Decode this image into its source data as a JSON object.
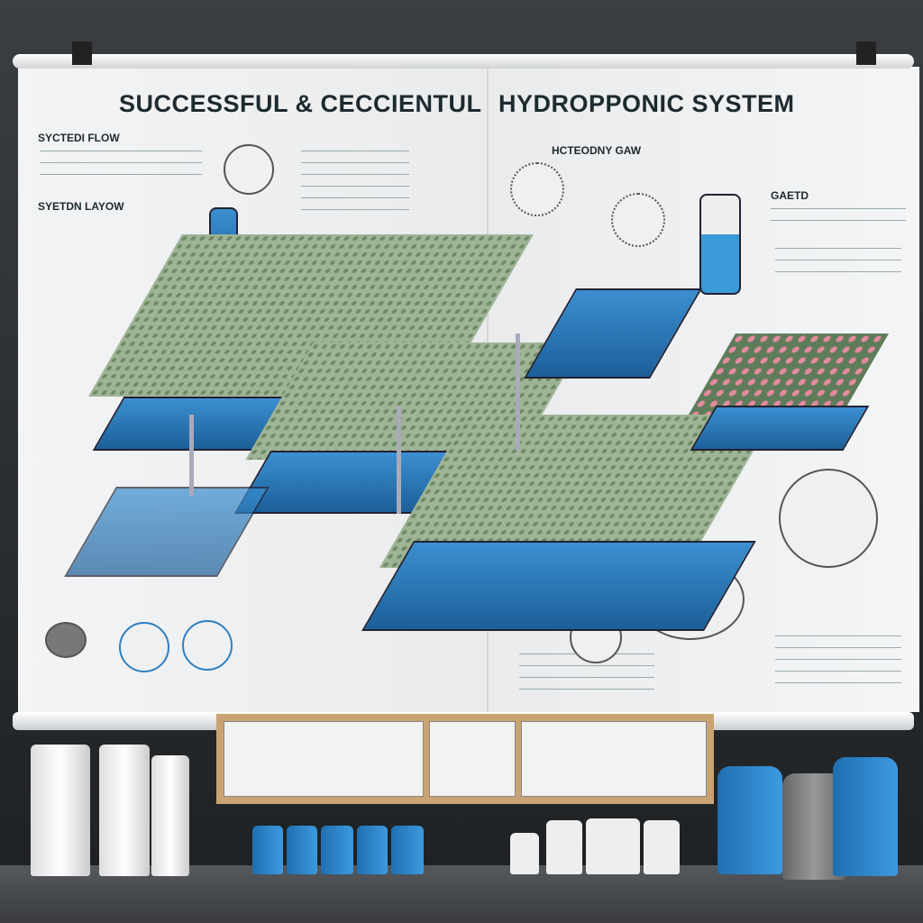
{
  "poster": {
    "title_left": "SUCCESSFUL & CECCIENTUL",
    "title_right": "HYDROPPONIC  SYSTEM",
    "labels": {
      "system_flow": "SYCTEDI FLOW",
      "system_layout": "SYETDN LAYOW",
      "hydroponic_graw": "HCTEODNY GAW",
      "grid": "GAETD"
    }
  },
  "colors": {
    "water": "#3b8fd0",
    "plants": "#6b8a63",
    "flowers": "#e58aa0",
    "wall": "#2a2d31",
    "poster": "#f0f1f2"
  }
}
